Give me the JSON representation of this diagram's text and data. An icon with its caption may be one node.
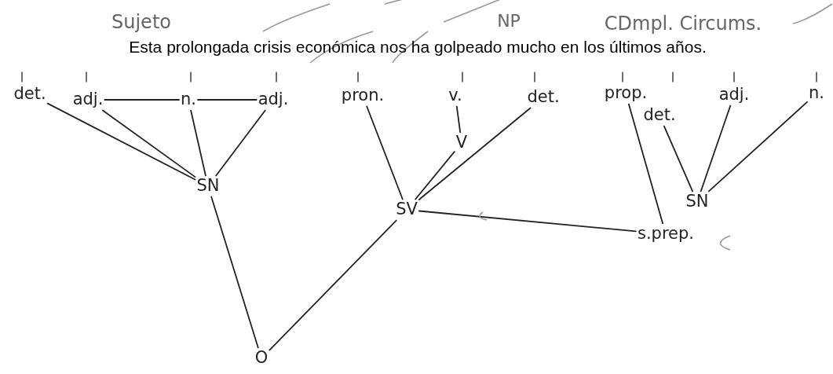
{
  "diagram": {
    "nodes": [
      {
        "text": [
          "det."
        ]
      },
      {
        "text": [
          "adj."
        ]
      },
      {
        "text": [
          "n."
        ]
      },
      {
        "text": [
          "adj."
        ]
      },
      {
        "text": [
          "pron."
        ]
      },
      {
        "text": [
          "v."
        ]
      },
      {
        "text": [
          "det."
        ]
      },
      {
        "text": [
          "prop."
        ]
      },
      {
        "text": [
          "det."
        ]
      },
      {
        "text": [
          "adj."
        ]
      },
      {
        "text": [
          "n."
        ]
      },
      {
        "text": [
          "V"
        ]
      },
      {
        "text": [
          "SN"
        ]
      },
      {
        "text": [
          "SV"
        ]
      },
      {
        "text": [
          "SN"
        ]
      },
      {
        "text": [
          "s.prep."
        ]
      },
      {
        "text": [
          "O"
        ]
      }
    ],
    "edges": [
      {
        "from": 0,
        "to": 12,
        "arrow": "none"
      },
      {
        "from": 1,
        "to": 12,
        "arrow": "none"
      },
      {
        "from": 2,
        "to": 12,
        "arrow": "none"
      },
      {
        "from": 3,
        "to": 12,
        "arrow": "none"
      },
      {
        "from": 1,
        "to": 2,
        "arrow": "none"
      },
      {
        "from": 2,
        "to": 3,
        "arrow": "none"
      },
      {
        "from": 5,
        "to": 11,
        "arrow": "none"
      },
      {
        "from": 4,
        "to": 13,
        "arrow": "none"
      },
      {
        "from": 11,
        "to": 13,
        "arrow": "none"
      },
      {
        "from": 6,
        "to": 13,
        "arrow": "none"
      },
      {
        "from": 8,
        "to": 14,
        "arrow": "none"
      },
      {
        "from": 9,
        "to": 14,
        "arrow": "none"
      },
      {
        "from": 10,
        "to": 14,
        "arrow": "none"
      },
      {
        "from": 7,
        "to": 15,
        "arrow": "none"
      },
      {
        "from": 15,
        "to": 13,
        "arrow": "none"
      },
      {
        "from": 12,
        "to": 16,
        "arrow": "none"
      },
      {
        "from": 13,
        "to": 16,
        "arrow": "none"
      }
    ],
    "labels": [
      "Sujeto",
      "NP",
      "CDmpl. Circums.",
      "Esta prolongada crisis económica nos ha golpeado mucho en los últimos años."
    ]
  }
}
